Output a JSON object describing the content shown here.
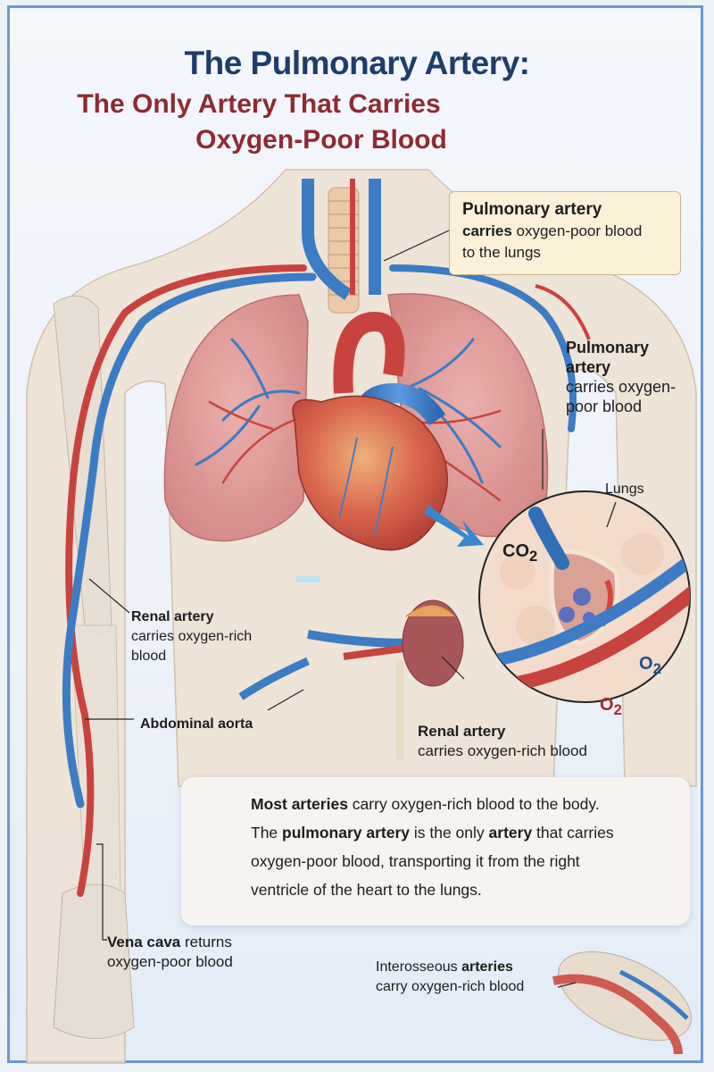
{
  "title": {
    "line1": "The Pulmonary Artery:",
    "line2": "The Only Artery That Carries",
    "line3": "Oxygen-Poor Blood"
  },
  "colors": {
    "title_primary": "#1f3d6b",
    "title_secondary": "#8e2a33",
    "frame_border": "#6d98cf",
    "artery_red": "#c9433e",
    "vein_blue": "#3b7cc4",
    "callout_bg": "#faf1d8",
    "check_blue": "#2f6fb8"
  },
  "callout_top": {
    "heading": "Pulmonary artery",
    "bold_word": "carries",
    "text_rest": " oxygen-poor blood",
    "line2": "to the lungs"
  },
  "labels": {
    "pulmonary_right": {
      "heading_line1": "Pulmonary",
      "heading_line2": "artery",
      "line1": "carries oxygen-",
      "line2": "poor blood"
    },
    "lungs": "Lungs",
    "co2": "CO",
    "co2_sub": "2",
    "o2_blue": "O",
    "o2_blue_sub": "2",
    "o2_red": "O",
    "o2_red_sub": "2",
    "renal_left": {
      "heading": "Renal artery",
      "line1": "carries oxygen-rich",
      "line2": "blood"
    },
    "abdominal_aorta": "Abdominal aorta",
    "renal_right": {
      "heading": "Renal artery",
      "line1": "carries oxygen-rich blood"
    },
    "vena_cava": {
      "heading": "Vena cava",
      "rest": " returns",
      "line2": "oxygen-poor blood"
    },
    "interosseous": {
      "prefix": "Interosseous ",
      "bold": "arteries",
      "line2": "carry oxygen-rich blood"
    }
  },
  "info_box": {
    "icon": "check-circle-icon",
    "s1_bold1": "Most arteries",
    "s1_rest1": " carry oxygen-rich",
    "s1_rest2": " blood to the body.",
    "s2_part1": "The ",
    "s2_bold1": "pulmonary artery",
    "s2_part2": " is the only ",
    "s2_bold2": "artery",
    "s2_part3": " that carries",
    "line3": "oxygen-poor blood, transporting it from the right",
    "line4": "ventricle of the heart to the lungs."
  }
}
